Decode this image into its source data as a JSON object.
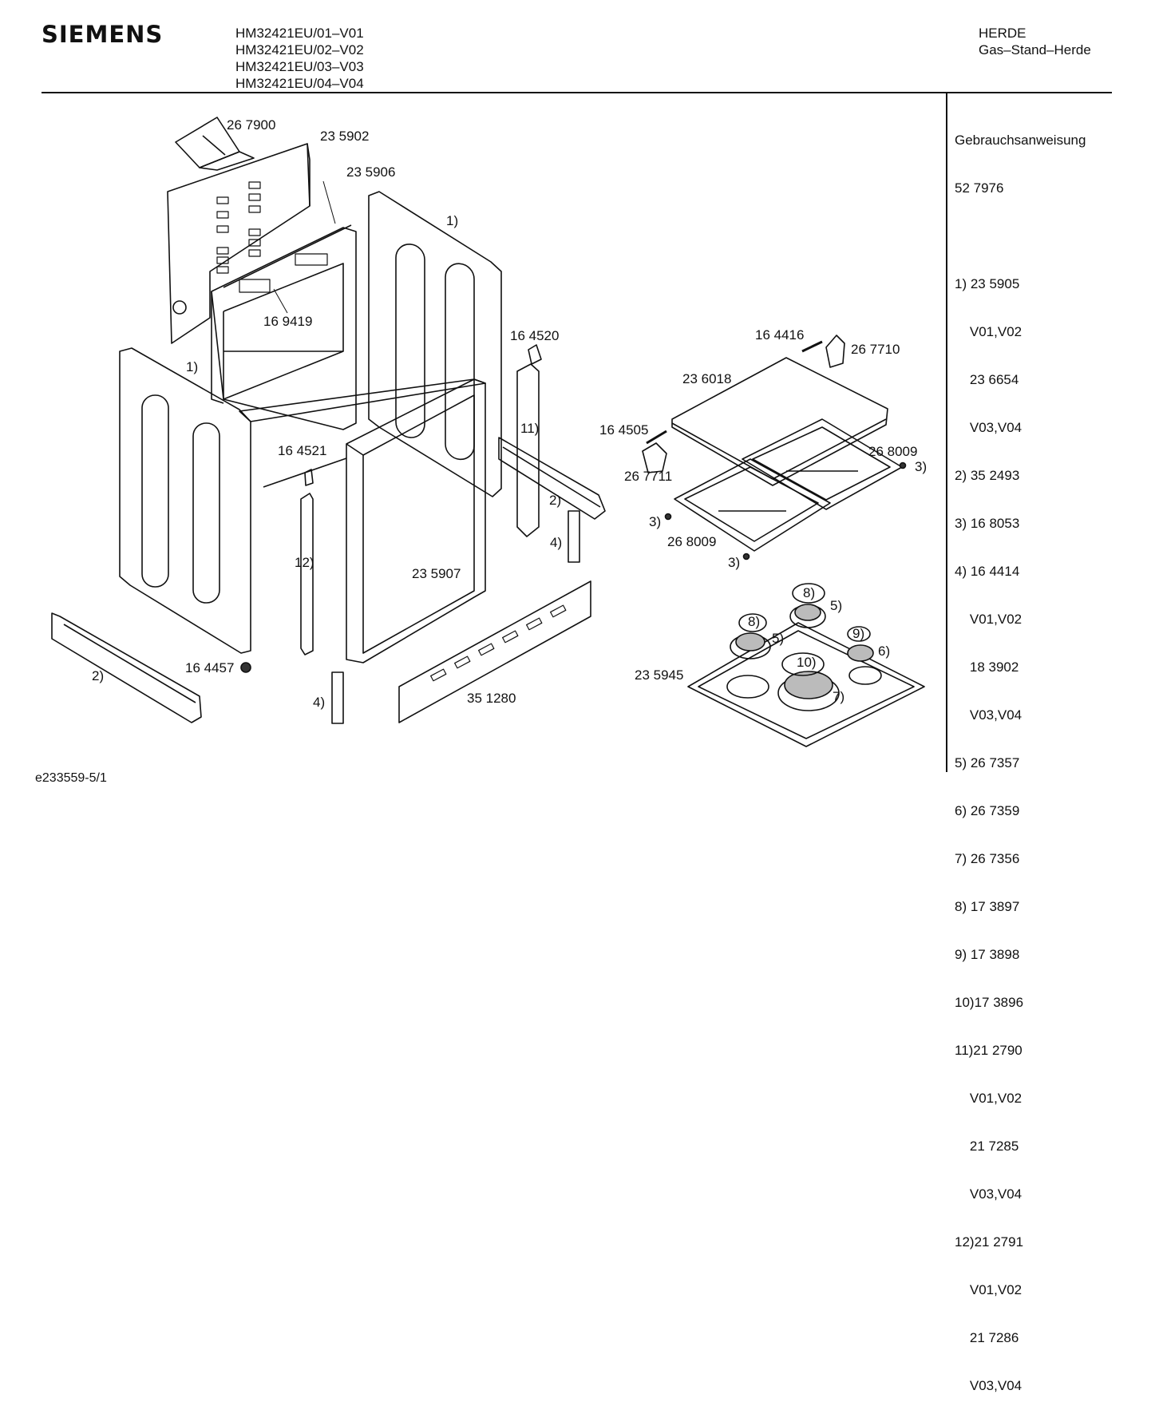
{
  "header": {
    "brand": "SIEMENS",
    "models": [
      "HM32421EU/01–V01",
      "HM32421EU/02–V02",
      "HM32421EU/03–V03",
      "HM32421EU/04–V04"
    ],
    "category_lines": [
      "HERDE",
      "Gas–Stand–Herde"
    ]
  },
  "legend": {
    "lines": [
      "Gebrauchsanweisung",
      "52 7976",
      "",
      "1) 23 5905",
      "    V01,V02",
      "    23 6654",
      "    V03,V04",
      "2) 35 2493",
      "3) 16 8053",
      "4) 16 4414",
      "    V01,V02",
      "    18 3902",
      "    V03,V04",
      "5) 26 7357",
      "6) 26 7359",
      "7) 26 7356",
      "8) 17 3897",
      "9) 17 3898",
      "10)17 3896",
      "11)21 2790",
      "    V01,V02",
      "    21 7285",
      "    V03,V04",
      "12)21 2791",
      "    V01,V02",
      "    21 7286",
      "    V03,V04"
    ]
  },
  "callouts": {
    "c267900": "26 7900",
    "c235902": "23 5902",
    "c235906": "23 5906",
    "c1_top": "1)",
    "c169419": "16 9419",
    "c1_left": "1)",
    "c164520": "16 4520",
    "c11": "11)",
    "c164521": "16 4521",
    "c2_right": "2)",
    "c4_right": "4)",
    "c12": "12)",
    "c235907": "23 5907",
    "c164457": "16 4457",
    "c2_left": "2)",
    "c4_bottom": "4)",
    "c351280": "35 1280",
    "c164416": "16 4416",
    "c267710": "26 7710",
    "c236018": "23 6018",
    "c164505": "16 4505",
    "c267711": "26 7711",
    "c268009_a": "26 8009",
    "c3_a": "3)",
    "c3_b": "3)",
    "c268009_b": "26 8009",
    "c3_c": "3)",
    "c8_a": "8)",
    "c5_a": "5)",
    "c8_b": "8)",
    "c5_b": "5)",
    "c9": "9)",
    "c6": "6)",
    "c10": "10)",
    "c7": "7)",
    "c235945": "23 5945"
  },
  "footer": {
    "doc_id": "e233559-5/1"
  }
}
